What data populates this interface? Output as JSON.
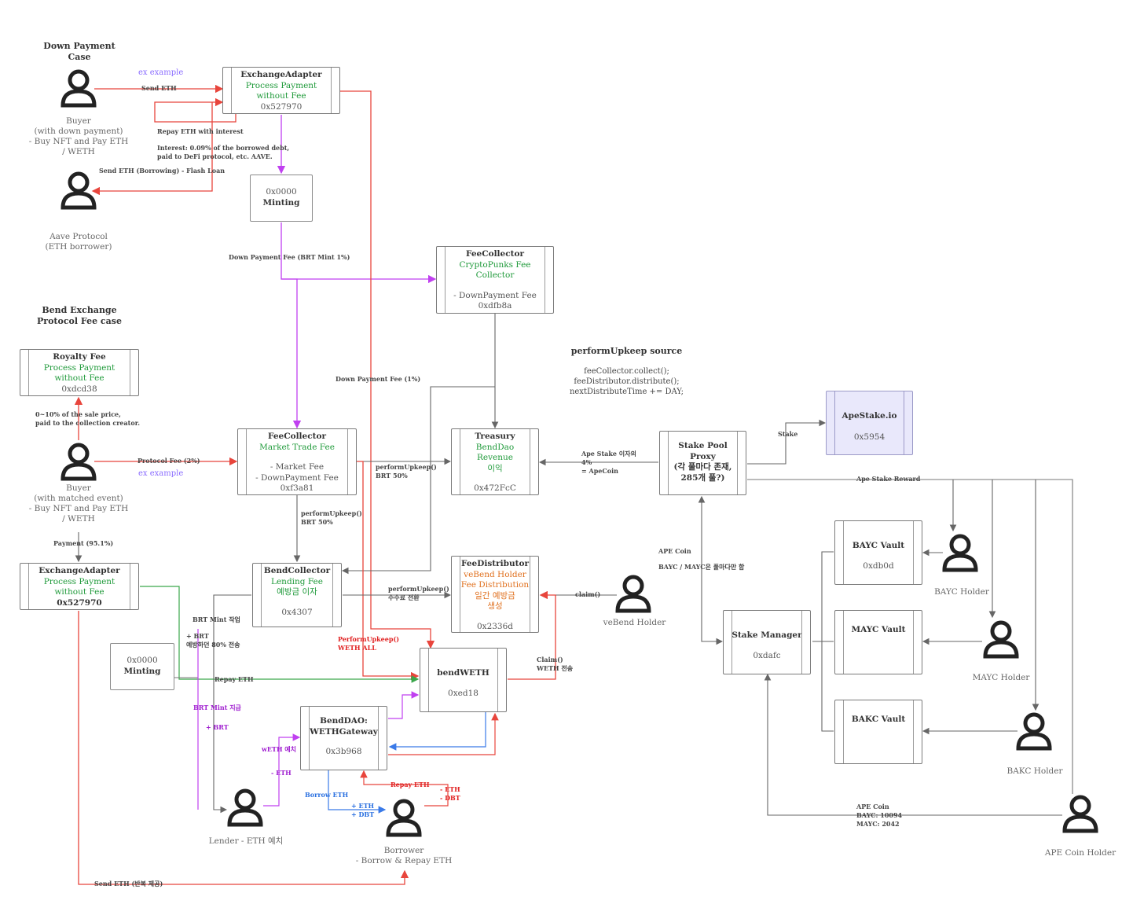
{
  "sections": {
    "down_payment_case": "Down Payment Case",
    "bend_exchange_case": "Bend Exchange\nProtocol Fee case",
    "perform_upkeep_source": "performUpkeep source"
  },
  "perform_upkeep_code": [
    "feeCollector.collect();",
    "feeDistributor.distribute();",
    "nextDistributeTime += DAY;"
  ],
  "boxes": {
    "exchange_adapter_top": {
      "title": "ExchangeAdapter",
      "line1": "Process Payment",
      "line2": "without Fee",
      "addr": "0x527970"
    },
    "minting_top": {
      "addr": "0x0000",
      "title": "Minting"
    },
    "fee_collector_cryptopunks": {
      "title": "FeeCollector",
      "line1": "CryptoPunks Fee",
      "line2": "Collector",
      "line3": "- DownPayment Fee",
      "addr": "0xdfb8a"
    },
    "royalty_fee": {
      "title": "Royalty Fee",
      "line1": "Process Payment",
      "line2": "without Fee",
      "addr": "0xdcd38"
    },
    "fee_collector_market": {
      "title": "FeeCollector",
      "line1": "Market Trade Fee",
      "line2": "- Market Fee",
      "line3": "- DownPayment Fee",
      "addr": "0xf3a81"
    },
    "treasury": {
      "title": "Treasury",
      "line1": "BendDao",
      "line2": "Revenue",
      "line3": "이익",
      "addr": "0x472FcC"
    },
    "stake_pool_proxy": {
      "title": "Stake Pool",
      "line1": "Proxy",
      "line2": "(각 풀마다 존재,",
      "line3": "285개 풀?)"
    },
    "apestake": {
      "title": "ApeStake.io",
      "addr": "0x5954"
    },
    "exchange_adapter_bottom": {
      "title": "ExchangeAdapter",
      "line1": "Process Payment",
      "line2": "without Fee",
      "addr": "0x527970"
    },
    "bend_collector": {
      "title": "BendCollector",
      "line1": "Lending Fee",
      "line2": "예방금 이자",
      "addr": "0x4307"
    },
    "fee_distributor": {
      "title": "FeeDistributor",
      "line1": "veBend Holder",
      "line2": "Fee Distribution",
      "line3": "일간 예방금",
      "line4": "생성",
      "addr": "0x2336d"
    },
    "minting_bottom": {
      "addr": "0x0000",
      "title": "Minting"
    },
    "bend_weth": {
      "title": "bendWETH",
      "addr": "0xed18"
    },
    "weth_gateway": {
      "title": "BendDAO:",
      "line1": "WETHGateway",
      "addr": "0x3b968"
    },
    "bayc_vault": {
      "title": "BAYC Vault",
      "addr": "0xdb0d"
    },
    "mayc_vault": {
      "title": "MAYC Vault"
    },
    "bakc_vault": {
      "title": "BAKC Vault"
    },
    "stake_manager": {
      "title": "Stake Manager",
      "addr": "0xdafc"
    }
  },
  "actors": {
    "buyer_down": "Buyer\n(with down payment)\n- Buy NFT and Pay ETH\n/ WETH",
    "aave": "Aave Protocol\n(ETH borrower)",
    "buyer_matched": "Buyer\n(with matched event)\n- Buy NFT and Pay ETH\n/ WETH",
    "vebend": "veBend Holder",
    "lender": "Lender - ETH 예치",
    "borrower": "Borrower\n- Borrow & Repay ETH",
    "bayc_holder": "BAYC Holder",
    "mayc_holder": "MAYC Holder",
    "bakc_holder": "BAKC Holder",
    "ape_holder": "APE Coin Holder"
  },
  "edge_labels": {
    "ex_example_1": "ex example",
    "send_eth": "Send ETH",
    "repay_eth_interest": "Repay ETH with interest",
    "interest_note_1": "Interest: 0.09% of the borrowed debt,",
    "interest_note_2": "paid to DeFi protocol, etc. AAVE.",
    "send_eth_flash": "Send ETH (Borrowing) - Flash Loan",
    "down_payment_fee_mint": "Down Payment Fee (BRT Mint 1%)",
    "down_payment_fee_1": "Down Payment Fee (1%)",
    "royalty_note_1": "0~10% of the sale price,",
    "royalty_note_2": "paid to the collection creator.",
    "protocol_fee": "Protocol Fee (2%)",
    "ex_example_2": "ex example",
    "payment_95": "Payment (95.1%)",
    "perform_upkeep_brt_50_a1": "performUpkeep()",
    "perform_upkeep_brt_50_a2": "BRT 50%",
    "perform_upkeep_brt_50_b1": "performUpkeep()",
    "perform_upkeep_brt_50_b2": "BRT 50%",
    "ape_stake_1": "Ape Stake 이자의",
    "ape_stake_2": "4%",
    "ape_stake_3": "= ApeCoin",
    "stake": "Stake",
    "ape_stake_reward": "Ape Stake Reward",
    "ape_coin": "APE Coin",
    "bayc_mayc_note": "BAYC / MAYC은 풀마다만 함",
    "perform_upkeep_fee_1": "performUpkeep()",
    "perform_upkeep_fee_2": "수수료 전환",
    "claim": "claim()",
    "brt_mint": "BRT Mint 작업",
    "brt_plus": "+ BRT",
    "brt_share": "예방하던 80% 전송",
    "repay_eth": "Repay ETH",
    "perform_upkeep_weth_1": "PerformUpkeep()",
    "perform_upkeep_weth_2": "WETH ALL",
    "claim_weth_1": "Claim()",
    "claim_weth_2": "WETH 전송",
    "brt_mint_2": "BRT Mint 지급",
    "brt_plus_2": "+ BRT",
    "weth_send": "wETH 예치",
    "minus_eth": "- ETH",
    "borrow_eth": "Borrow ETH",
    "plus_eth": "+ ETH",
    "plus_dbt": "+ DBT",
    "repay_eth_2": "Repay ETH",
    "minus_eth_2": "- ETH",
    "minus_dbt": "- DBT",
    "send_eth_bottom": "Send ETH (반복 제공)",
    "ape_coin_counts_1": "APE Coin",
    "ape_coin_counts_2": "BAYC: 10094",
    "ape_coin_counts_3": "MAYC: 2042"
  },
  "colors": {
    "red": "#e8453c",
    "purple": "#c040f0",
    "green": "#3aa64a",
    "blue": "#3a7ae8",
    "gray": "#777777",
    "ape_fill": "#e9e8fb"
  }
}
